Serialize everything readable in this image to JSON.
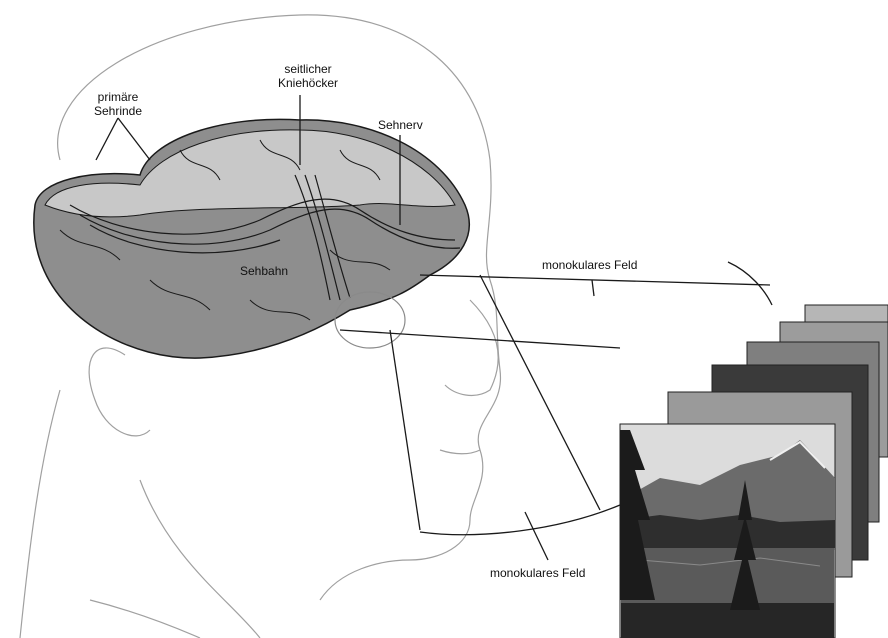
{
  "labels": {
    "primary_cortex_line1": "primäre",
    "primary_cortex_line2": "Sehrinde",
    "lgn_line1": "seitlicher",
    "lgn_line2": "Kniehöcker",
    "optic_nerve": "Sehnerv",
    "optic_tract": "Sehbahn",
    "mono_field_upper": "monokulares Feld",
    "mono_field_lower": "monokulares Feld"
  },
  "colors": {
    "ink": "#1a1a1a",
    "brain_fill": "#8e8e8e",
    "brain_light": "#c8c8c8",
    "skin_line": "#9a9a9a"
  }
}
